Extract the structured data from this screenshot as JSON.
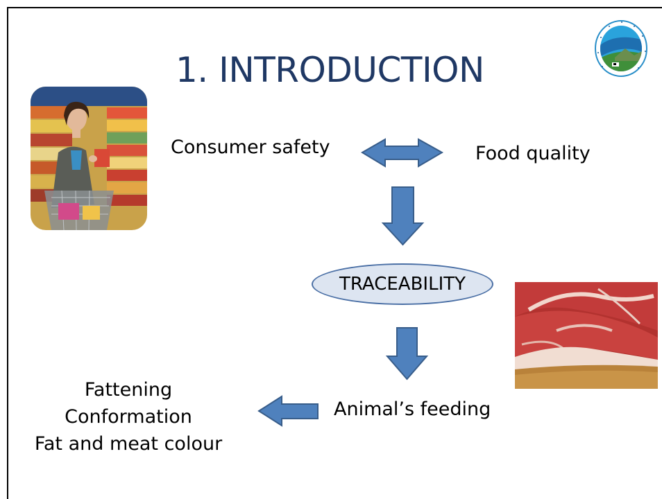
{
  "slide": {
    "title": "1. INTRODUCTION",
    "labels": {
      "consumer_safety": "Consumer safety",
      "food_quality": "Food quality",
      "traceability": "TRACEABILITY",
      "animal_feeding": "Animal’s feeding"
    },
    "outcomes": [
      "Fattening",
      "Conformation",
      "Fat and meat colour"
    ]
  },
  "colors": {
    "title": "#1f3864",
    "arrow_fill": "#4f81bd",
    "arrow_stroke": "#385d8a",
    "ellipse_fill": "#dde5f1",
    "ellipse_stroke": "#4a6fa5"
  },
  "images": {
    "shopper_photo": "woman-shopping-supermarket-photo",
    "meat_photo": "raw-beef-steak-photo",
    "logo": "circular-landscape-logo"
  }
}
